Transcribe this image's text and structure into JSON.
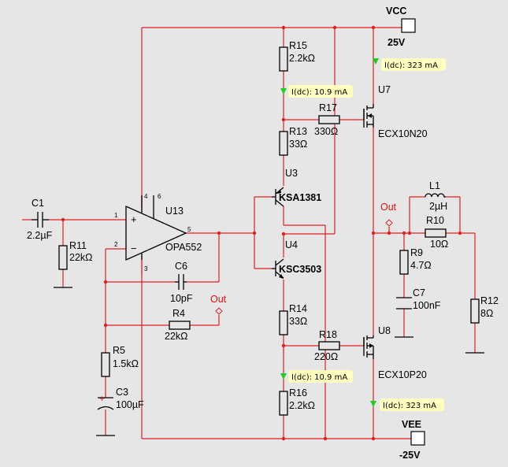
{
  "power": {
    "vcc": {
      "name": "VCC",
      "value": "25V"
    },
    "vee": {
      "name": "VEE",
      "value": "-25V"
    }
  },
  "probes": [
    {
      "text": "I(dc): 323 mA"
    },
    {
      "text": "I(dc): 10.9 mA"
    },
    {
      "text": "I(dc): 10.9 mA"
    },
    {
      "text": "I(dc): 323 mA"
    }
  ],
  "parts": {
    "r15": {
      "ref": "R15",
      "value": "2.2kΩ"
    },
    "r17": {
      "ref": "R17",
      "value": "330Ω"
    },
    "r13": {
      "ref": "R13",
      "value": "33Ω"
    },
    "u7": {
      "ref": "U7",
      "model": "ECX10N20"
    },
    "u3": {
      "ref": "U3",
      "model": "KSA1381"
    },
    "u4": {
      "ref": "U4",
      "model": "KSC3503"
    },
    "u13": {
      "ref": "U13",
      "model": "OPA552",
      "pins": [
        "1",
        "2",
        "3",
        "4",
        "5",
        "6"
      ]
    },
    "c1": {
      "ref": "C1",
      "value": "2.2µF"
    },
    "r11": {
      "ref": "R11",
      "value": "22kΩ"
    },
    "c6": {
      "ref": "C6",
      "value": "10pF"
    },
    "r4": {
      "ref": "R4",
      "value": "22kΩ"
    },
    "r5": {
      "ref": "R5",
      "value": "1.5kΩ"
    },
    "c3": {
      "ref": "C3",
      "value": "100µF"
    },
    "r14": {
      "ref": "R14",
      "value": "33Ω"
    },
    "r18": {
      "ref": "R18",
      "value": "220Ω"
    },
    "r16": {
      "ref": "R16",
      "value": "2.2kΩ"
    },
    "u8": {
      "ref": "U8",
      "model": "ECX10P20"
    },
    "l1": {
      "ref": "L1",
      "value": "2µH"
    },
    "r10": {
      "ref": "R10",
      "value": "10Ω"
    },
    "r9": {
      "ref": "R9",
      "value": "4.7Ω"
    },
    "c7": {
      "ref": "C7",
      "value": "100nF"
    },
    "r12": {
      "ref": "R12",
      "value": "8Ω"
    }
  },
  "out_labels": [
    "Out",
    "Out"
  ],
  "c3_polarity": "+",
  "colors": {
    "wire": "#e02020",
    "background": "#e6e6e6",
    "probe": "#ffffc0",
    "probe_arrow": "#22cc22",
    "out_label": "#e01010"
  }
}
